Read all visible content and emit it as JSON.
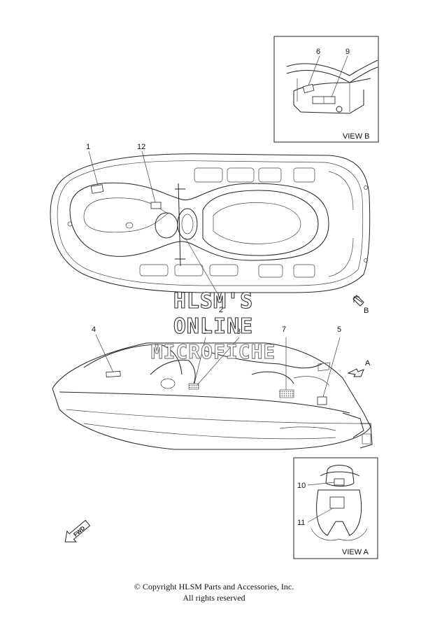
{
  "callouts": [
    "1",
    "2",
    "3",
    "4",
    "5",
    "6",
    "7",
    "8",
    "9",
    "10",
    "11",
    "12"
  ],
  "views": {
    "a": "VIEW A",
    "b": "VIEW B"
  },
  "arrows": {
    "a": "A",
    "b": "B",
    "fwd": "FWD"
  },
  "watermark": {
    "line1": "HLSM'S",
    "line2": "ONLINE",
    "line3": "MICROFICHE"
  },
  "footer": {
    "copyright": "© Copyright HLSM Parts and Accessories, Inc.",
    "rights": "All rights reserved"
  }
}
